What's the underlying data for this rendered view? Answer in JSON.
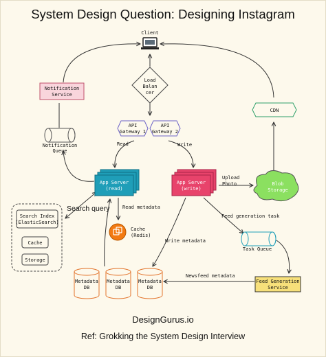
{
  "title": "System Design Question: Designing Instagram",
  "footer": {
    "brand": "DesignGurus.io",
    "reference": "Ref: Grokking the System Design Interview"
  },
  "nodes": {
    "client": "Client",
    "load_balancer": [
      "Load",
      "Balan",
      "cer"
    ],
    "notification_service": [
      "Notification",
      "Service"
    ],
    "notification_queue": [
      "Notification",
      "Queue"
    ],
    "api_gateway_1": [
      "API",
      "Gateway 1"
    ],
    "api_gateway_2": [
      "API",
      "Gateway 2"
    ],
    "cdn": "CDN",
    "app_server_read": [
      "App Server",
      "(read)"
    ],
    "app_server_write": [
      "App Server",
      "(write)"
    ],
    "blob_storage": [
      "Blob",
      "Storage"
    ],
    "search_index": [
      "Search Index",
      "(ElasticSearch)"
    ],
    "search_cache": "Cache",
    "search_storage": "Storage",
    "cache_redis": [
      "Cache",
      "(Redis)"
    ],
    "task_queue": "Task Queue",
    "metadata_db": [
      "Metadata",
      "DB"
    ],
    "feed_generation_service": [
      "Feed Generation",
      "Service"
    ]
  },
  "edge_labels": {
    "read": "Read",
    "write": "Write",
    "upload_photo": [
      "Upload",
      "Photo"
    ],
    "search_query": "Search query",
    "read_metadata": "Read metadata",
    "feed_generation_task": "Feed generation task",
    "write_metadata": "Write metadata",
    "newsfeed_metadata": "Newsfeed metadata"
  },
  "colors": {
    "background": "#fdf9ec",
    "notification_fill": "#f9d5dc",
    "notification_stroke": "#c0506a",
    "gateway_stroke": "#6d63c7",
    "cdn_stroke": "#2fa06a",
    "app_read": "#1f9eb8",
    "app_write": "#e8436b",
    "blob_fill": "#8be060",
    "redis": "#f37a12",
    "metadata_stroke": "#e2722a",
    "task_queue_stroke": "#1f9eb8",
    "feed_gen_fill": "#f7e07a",
    "line": "#333333"
  }
}
